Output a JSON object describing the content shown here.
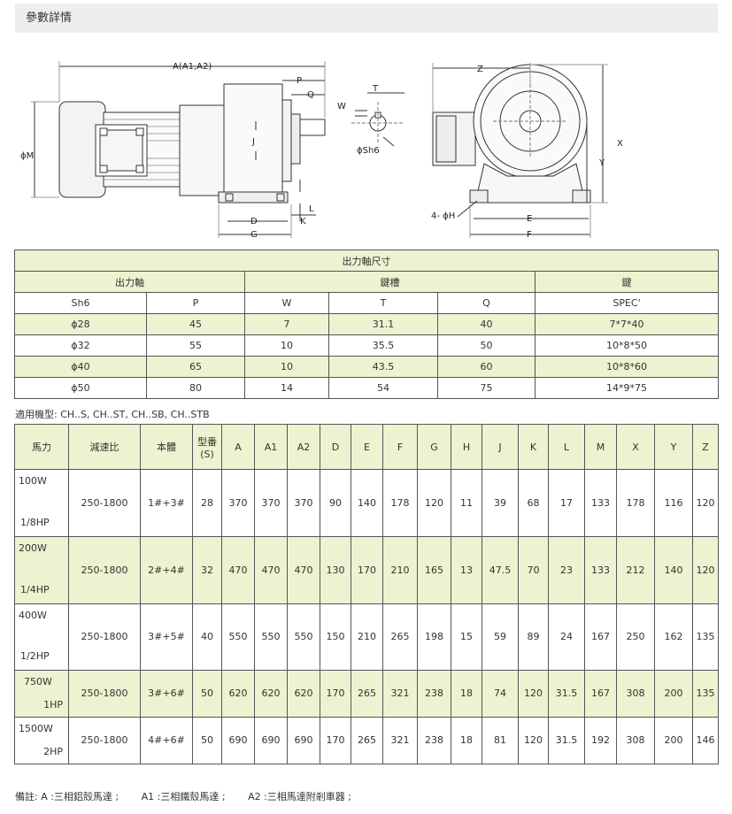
{
  "header": {
    "title": "參數詳情"
  },
  "drawing": {
    "labels": {
      "A": "A(A1,A2)",
      "P": "P",
      "Q": "Q",
      "W": "W",
      "T": "T",
      "Z": "Z",
      "M": "ϕM",
      "J": "J",
      "Sh6": "ϕSh6",
      "X": "X",
      "Y": "Y",
      "L": "L",
      "D": "D",
      "K": "K",
      "G": "G",
      "H": "4- ϕH",
      "E": "E",
      "F": "F"
    }
  },
  "shaft_table": {
    "title": "出力軸尺寸",
    "groups": [
      "出力軸",
      "鍵槽",
      "鍵"
    ],
    "columns": [
      "Sh6",
      "P",
      "W",
      "T",
      "Q",
      "SPEC'"
    ],
    "rows": [
      [
        "ϕ28",
        "45",
        "7",
        "31.1",
        "40",
        "7*7*40"
      ],
      [
        "ϕ32",
        "55",
        "10",
        "35.5",
        "50",
        "10*8*50"
      ],
      [
        "ϕ40",
        "65",
        "10",
        "43.5",
        "60",
        "10*8*60"
      ],
      [
        "ϕ50",
        "80",
        "14",
        "54",
        "75",
        "14*9*75"
      ]
    ]
  },
  "models": "適用機型:   CH..S, CH..ST, CH..SB, CH..STB",
  "spec_table": {
    "columns": [
      "馬力",
      "減速比",
      "本體",
      "型番 (S)",
      "A",
      "A1",
      "A2",
      "D",
      "E",
      "F",
      "G",
      "H",
      "J",
      "K",
      "L",
      "M",
      "X",
      "Y",
      "Z"
    ],
    "rows": [
      {
        "hp1": "100W",
        "hp2": "1/8HP",
        "cells": [
          "250-1800",
          "1#+3#",
          "28",
          "370",
          "370",
          "370",
          "90",
          "140",
          "178",
          "120",
          "11",
          "39",
          "68",
          "17",
          "133",
          "178",
          "116",
          "120"
        ]
      },
      {
        "hp1": "200W",
        "hp2": "1/4HP",
        "cells": [
          "250-1800",
          "2#+4#",
          "32",
          "470",
          "470",
          "470",
          "130",
          "170",
          "210",
          "165",
          "13",
          "47.5",
          "70",
          "23",
          "133",
          "212",
          "140",
          "120"
        ]
      },
      {
        "hp1": "400W",
        "hp2": "1/2HP",
        "cells": [
          "250-1800",
          "3#+5#",
          "40",
          "550",
          "550",
          "550",
          "150",
          "210",
          "265",
          "198",
          "15",
          "59",
          "89",
          "24",
          "167",
          "250",
          "162",
          "135"
        ]
      },
      {
        "hp1": "750W",
        "hp2": "1HP",
        "cells": [
          "250-1800",
          "3#+6#",
          "50",
          "620",
          "620",
          "620",
          "170",
          "265",
          "321",
          "238",
          "18",
          "74",
          "120",
          "31.5",
          "167",
          "308",
          "200",
          "135"
        ]
      },
      {
        "hp1": "1500W",
        "hp2": "2HP",
        "cells": [
          "250-1800",
          "4#+6#",
          "50",
          "690",
          "690",
          "690",
          "170",
          "265",
          "321",
          "238",
          "18",
          "81",
          "120",
          "31.5",
          "192",
          "308",
          "200",
          "146"
        ]
      }
    ]
  },
  "notes": [
    "備註:  A :三相鋁殼馬達 ;",
    "A1 :三相鐵殼馬達 ;",
    "A2 :三相馬達附剎車器 ;"
  ]
}
